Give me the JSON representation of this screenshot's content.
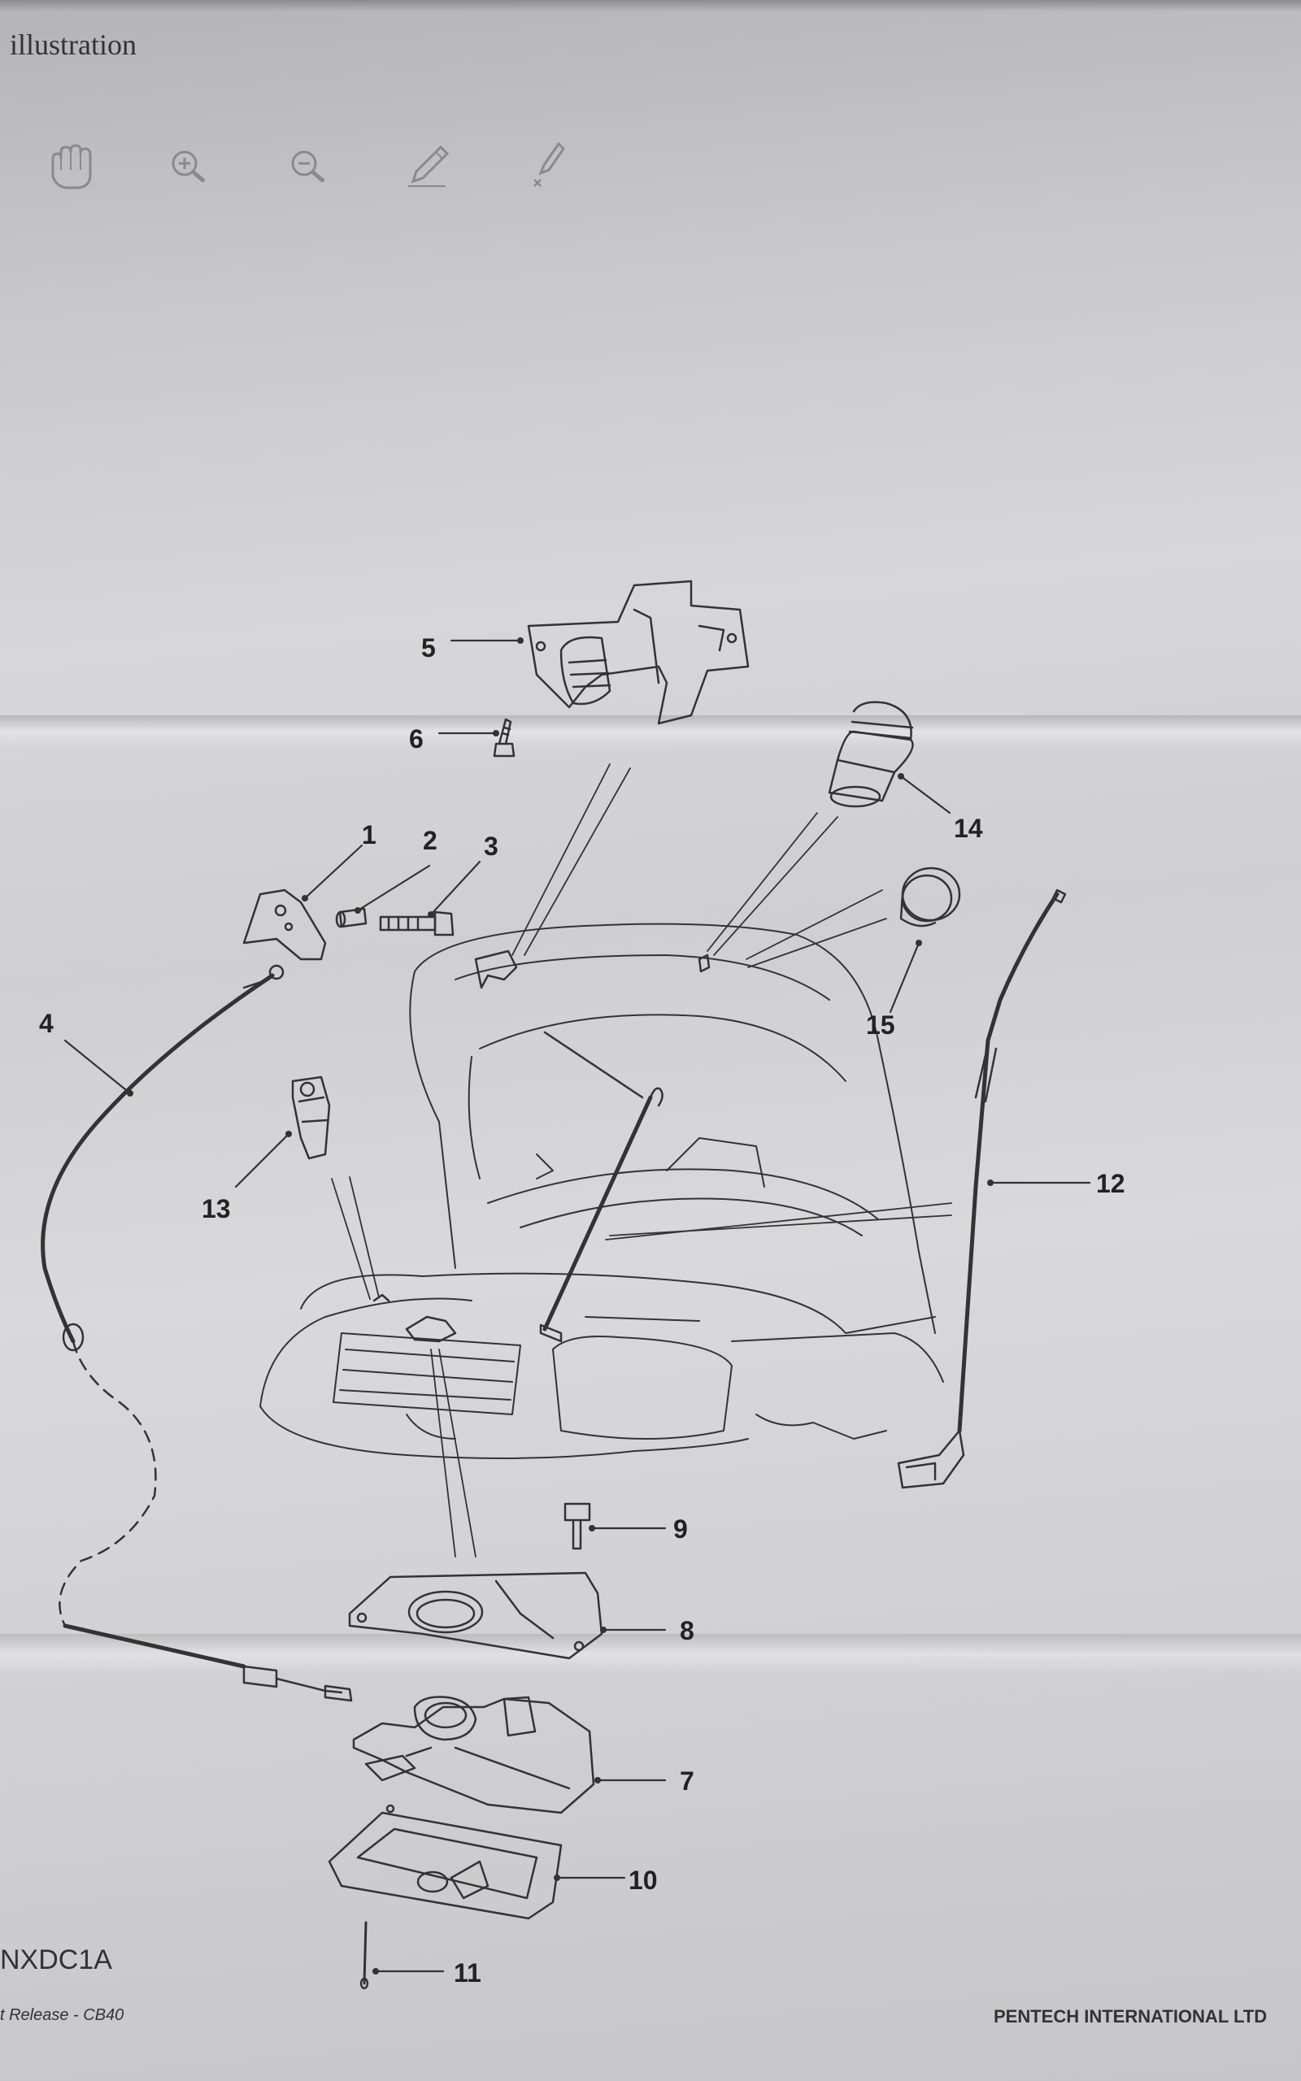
{
  "header": {
    "title": "illustration"
  },
  "toolbar": {
    "tools": [
      {
        "icon": "hand-icon"
      },
      {
        "icon": "zoom-in-icon"
      },
      {
        "icon": "zoom-out-icon"
      },
      {
        "icon": "pencil-icon"
      },
      {
        "icon": "eraser-pencil-icon"
      }
    ]
  },
  "diagram": {
    "callouts": [
      "1",
      "2",
      "3",
      "4",
      "5",
      "6",
      "7",
      "8",
      "9",
      "10",
      "11",
      "12",
      "13",
      "14",
      "15"
    ]
  },
  "footer": {
    "code": "NXDC1A",
    "release": "t Release - CB40",
    "company": "PENTECH INTERNATIONAL LTD"
  }
}
